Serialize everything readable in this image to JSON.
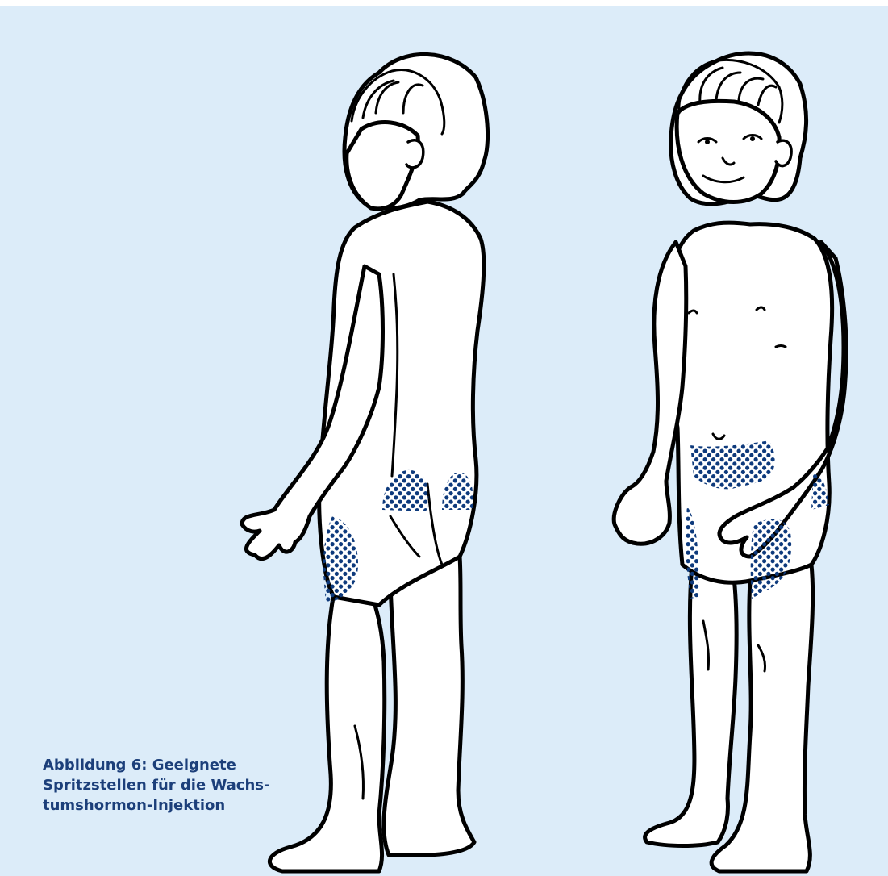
{
  "figure": {
    "caption_lines": [
      "Abbildung 6: Geeignete",
      "Spritzstellen für die Wachs-",
      "tumshormon-Injektion"
    ],
    "figures": [
      {
        "name": "child-back-view",
        "view": "back",
        "injection_sites": [
          "buttocks",
          "outer-thigh"
        ]
      },
      {
        "name": "child-front-view",
        "view": "front",
        "injection_sites": [
          "abdomen",
          "outer-hip",
          "front-thighs"
        ]
      }
    ],
    "colors": {
      "background": "#dcecf9",
      "caption": "#1c3f7a",
      "injection_dots": "#0e3a7c",
      "outline": "#000000",
      "skin": "#ffffff"
    }
  }
}
